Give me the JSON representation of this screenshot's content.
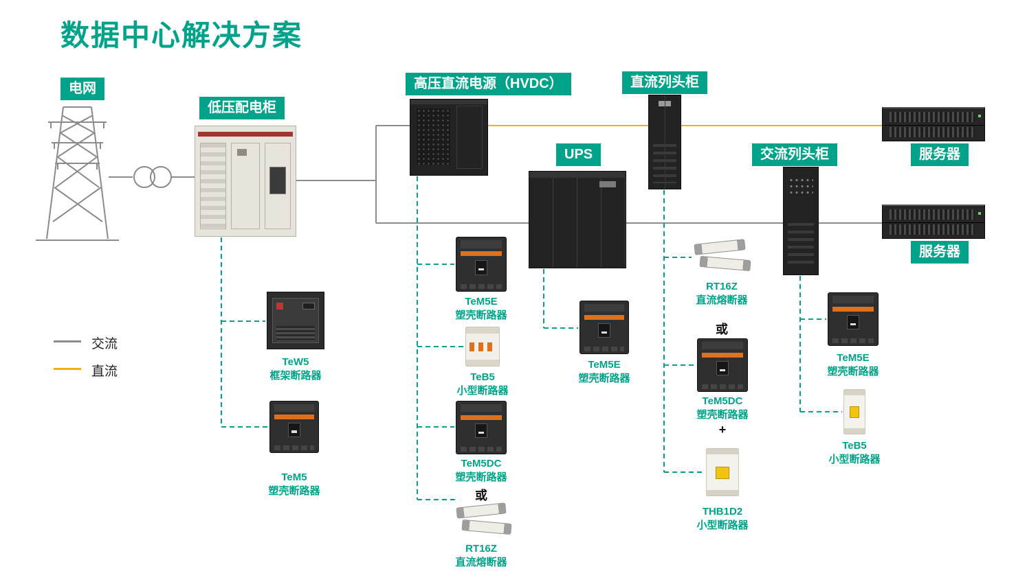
{
  "title": "数据中心解决方案",
  "colors": {
    "accent": "#00a389",
    "ac_line": "#8c8c8c",
    "dc_line": "#f0b400"
  },
  "legend": {
    "ac_label": "交流",
    "dc_label": "直流"
  },
  "nodes": {
    "grid": {
      "label": "电网"
    },
    "lv": {
      "label": "低压配电柜"
    },
    "hvdc": {
      "label": "高压直流电源（HVDC）"
    },
    "dc_row": {
      "label": "直流列头柜"
    },
    "ups": {
      "label": "UPS"
    },
    "ac_row": {
      "label": "交流列头柜"
    },
    "server_top": {
      "label": "服务器"
    },
    "server_bottom": {
      "label": "服务器"
    }
  },
  "ops": {
    "or": "或",
    "plus": "+"
  },
  "products": {
    "tew5": {
      "name": "TeW5",
      "type": "框架断路器"
    },
    "tem5": {
      "name": "TeM5",
      "type": "塑壳断路器"
    },
    "tem5e_hvdc": {
      "name": "TeM5E",
      "type": "塑壳断路器"
    },
    "teb5_hvdc": {
      "name": "TeB5",
      "type": "小型断路器"
    },
    "tem5dc_hvdc": {
      "name": "TeM5DC",
      "type": "塑壳断路器"
    },
    "rt16z_hvdc": {
      "name": "RT16Z",
      "type": "直流熔断器"
    },
    "tem5e_ups": {
      "name": "TeM5E",
      "type": "塑壳断路器"
    },
    "rt16z_dc": {
      "name": "RT16Z",
      "type": "直流熔断器"
    },
    "tem5dc_dc": {
      "name": "TeM5DC",
      "type": "塑壳断路器"
    },
    "thb1d2": {
      "name": "THB1D2",
      "type": "小型断路器"
    },
    "tem5e_ac": {
      "name": "TeM5E",
      "type": "塑壳断路器"
    },
    "teb5_ac": {
      "name": "TeB5",
      "type": "小型断路器"
    }
  }
}
